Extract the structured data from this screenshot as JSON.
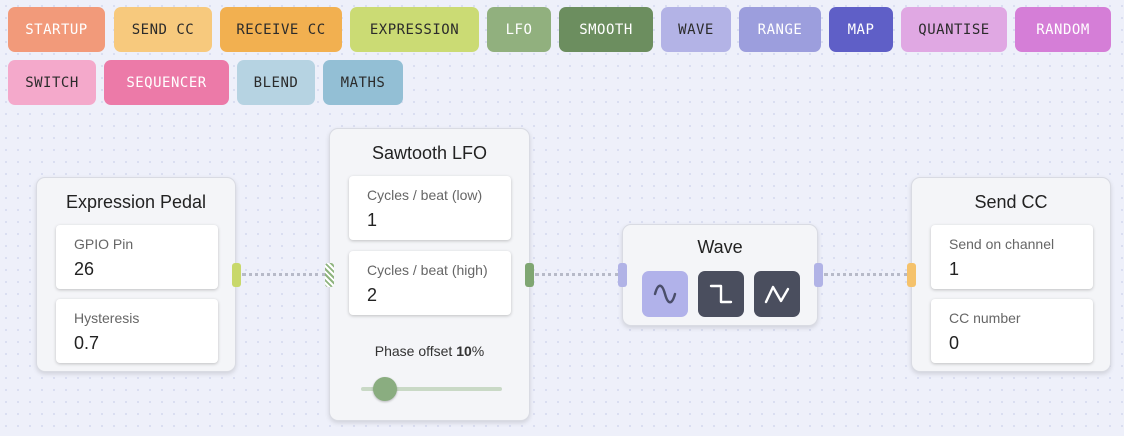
{
  "palette": {
    "buttons": [
      {
        "label": "STARTUP",
        "bg": "#f29a7a",
        "fg": "#ffffff"
      },
      {
        "label": "SEND CC",
        "bg": "#f7c97d",
        "fg": "#2b2b2b"
      },
      {
        "label": "RECEIVE CC",
        "bg": "#f2b050",
        "fg": "#2b2b2b"
      },
      {
        "label": "EXPRESSION",
        "bg": "#cbdb74",
        "fg": "#2b2b2b"
      },
      {
        "label": "LFO",
        "bg": "#91b07e",
        "fg": "#ffffff"
      },
      {
        "label": "SMOOTH",
        "bg": "#6c8e5f",
        "fg": "#ffffff"
      },
      {
        "label": "WAVE",
        "bg": "#b3b3e6",
        "fg": "#2b2b2b"
      },
      {
        "label": "RANGE",
        "bg": "#9c9edd",
        "fg": "#ffffff"
      },
      {
        "label": "MAP",
        "bg": "#5f5fc7",
        "fg": "#ffffff"
      },
      {
        "label": "QUANTISE",
        "bg": "#e0a8e3",
        "fg": "#2b2b2b"
      },
      {
        "label": "RANDOM",
        "bg": "#d57ed7",
        "fg": "#ffffff"
      },
      {
        "label": "SWITCH",
        "bg": "#f4a9cb",
        "fg": "#2b2b2b"
      },
      {
        "label": "SEQUENCER",
        "bg": "#ec7aa8",
        "fg": "#ffffff"
      },
      {
        "label": "BLEND",
        "bg": "#b6d3e2",
        "fg": "#2b2b2b"
      },
      {
        "label": "MATHS",
        "bg": "#93bfd5",
        "fg": "#2b2b2b"
      }
    ]
  },
  "nodes": {
    "expression": {
      "title": "Expression Pedal",
      "fields": [
        {
          "label": "GPIO Pin",
          "value": "26"
        },
        {
          "label": "Hysteresis",
          "value": "0.7"
        }
      ]
    },
    "lfo": {
      "title": "Sawtooth LFO",
      "fields": [
        {
          "label": "Cycles / beat (low)",
          "value": "1"
        },
        {
          "label": "Cycles / beat (high)",
          "value": "2"
        }
      ],
      "phase_label": "Phase offset",
      "phase_value": "10",
      "phase_unit": "%",
      "phase_fraction": 0.1
    },
    "wave": {
      "title": "Wave",
      "shapes": [
        {
          "icon": "sine-wave-icon",
          "selected": true
        },
        {
          "icon": "square-wave-icon",
          "selected": false
        },
        {
          "icon": "triangle-wave-icon",
          "selected": false
        }
      ]
    },
    "send_cc": {
      "title": "Send CC",
      "fields": [
        {
          "label": "Send on channel",
          "value": "1"
        },
        {
          "label": "CC number",
          "value": "0"
        }
      ]
    }
  },
  "colors": {
    "expression_port": "#c8d86a",
    "lfo_port": "#7fa672",
    "wave_port": "#b1b3e6",
    "send_cc_port": "#f5c26b",
    "wave_selected": "#b1b2ea",
    "wave_unselected": "#4a4e5e"
  }
}
